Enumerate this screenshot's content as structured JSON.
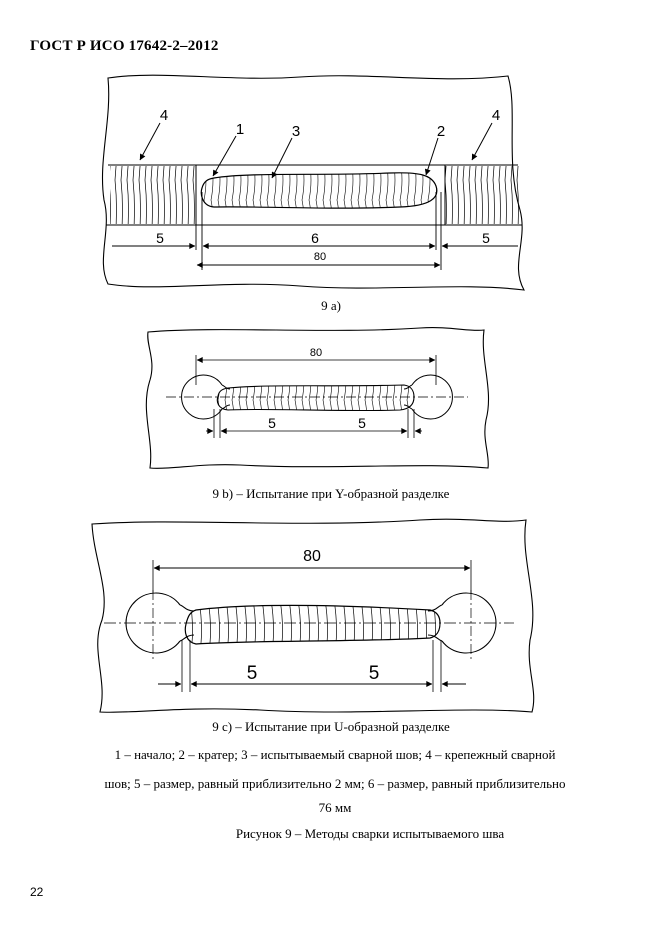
{
  "header": {
    "standard": "ГОСТ Р ИСО 17642-2–2012"
  },
  "figure_a": {
    "caption": "9 a)",
    "callouts": [
      "4",
      "1",
      "3",
      "2",
      "4"
    ],
    "dims": {
      "left": "5",
      "middle": "6",
      "right": "5",
      "total": "80"
    }
  },
  "figure_b": {
    "caption": "9 b) – Испытание при Y-образной разделке",
    "dims": {
      "total": "80",
      "left": "5",
      "right": "5"
    }
  },
  "figure_c": {
    "caption": "9 c) – Испытание при U-образной разделке",
    "dims": {
      "total": "80",
      "left": "5",
      "right": "5"
    }
  },
  "legend": {
    "line1": "1 – начало; 2 – кратер; 3 – испытываемый сварной шов; 4 – крепежный сварной",
    "line2": "шов;  5 – размер, равный приблизительно 2 мм;  6 – размер, равный приблизительно",
    "line3": "76 мм"
  },
  "figure_title": "Рисунок 9 – Методы сварки испытываемого шва",
  "page_number": "22"
}
